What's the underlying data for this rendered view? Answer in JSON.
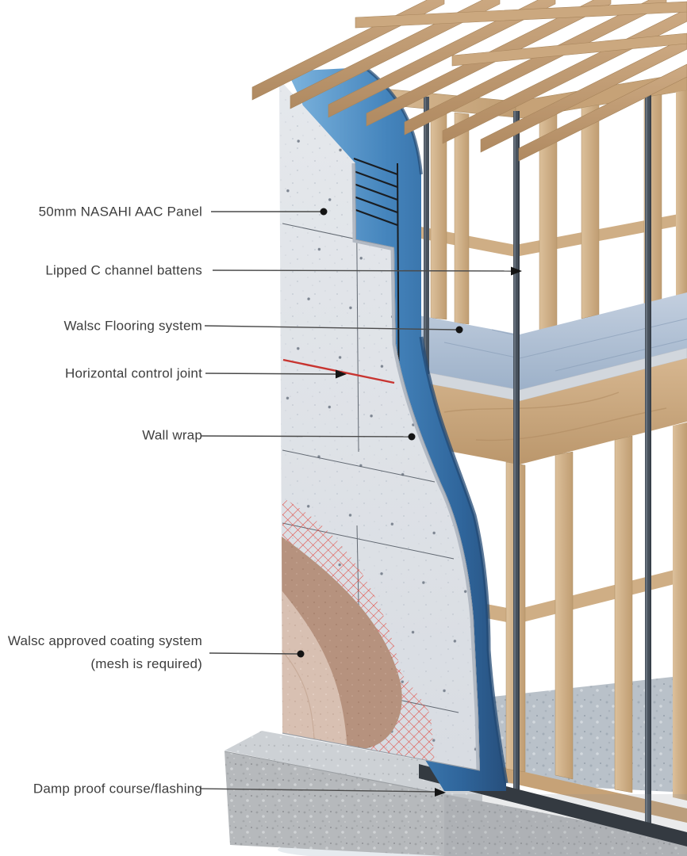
{
  "diagram": {
    "type": "construction-cutaway",
    "subject": "AAC panel external wall system on a two-storey timber frame",
    "background": "#ffffff"
  },
  "labels": [
    {
      "text": "50mm NASAHI AAC Panel",
      "marker": "dot",
      "target": "aac-panel"
    },
    {
      "text": "Lipped C channel battens",
      "marker": "arrow",
      "target": "c-channel-batten"
    },
    {
      "text": "Walsc Flooring system",
      "marker": "dot",
      "target": "flooring-system"
    },
    {
      "text": "Horizontal control joint",
      "marker": "arrow",
      "target": "control-joint"
    },
    {
      "text": "Wall wrap",
      "marker": "dot",
      "target": "wall-wrap"
    },
    {
      "text": "Walsc approved coating system",
      "text2": "(mesh is required)",
      "marker": "dot",
      "target": "coating-system"
    },
    {
      "text": "Damp proof course/flashing",
      "marker": "arrow",
      "target": "damp-proof-course"
    }
  ],
  "colors": {
    "panel_grey": "#dfe3e8",
    "wall_wrap_blue": "#3d7cb5",
    "control_joint_red": "#c83430",
    "mesh_red": "#e2453c",
    "coating_base_brown": "#b6927e",
    "coating_top_pink": "#d8c0b2",
    "timber": "#c9a67f",
    "channel_dark": "#48525d",
    "concrete": "#b6b9bc",
    "flashing_dark": "#343a41",
    "label_text": "#3e3e3e",
    "leader_line": "#4a4a4a"
  }
}
